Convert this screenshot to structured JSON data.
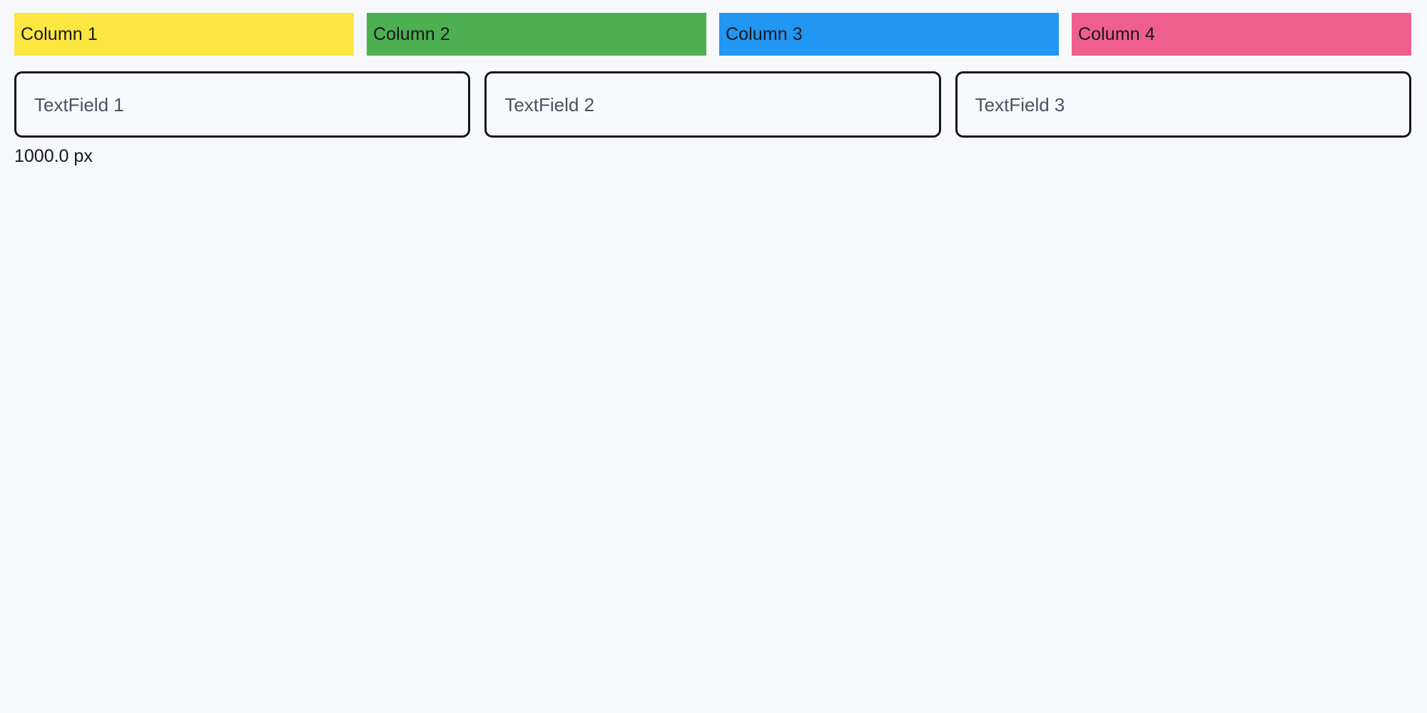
{
  "page": {
    "background_color": "#f7f8fc",
    "text_color": "#17181c"
  },
  "columns": [
    {
      "label": "Column 1",
      "color": "#fbe73f",
      "name": "column-1"
    },
    {
      "label": "Column 2",
      "color": "#4caf50",
      "name": "column-2"
    },
    {
      "label": "Column 3",
      "color": "#2196f3",
      "name": "column-3"
    },
    {
      "label": "Column 4",
      "color": "#ef5f8e",
      "name": "column-4"
    }
  ],
  "textfields": [
    {
      "placeholder": "TextField 1",
      "value": "",
      "name": "textfield-1"
    },
    {
      "placeholder": "TextField 2",
      "value": "",
      "name": "textfield-2"
    },
    {
      "placeholder": "TextField 3",
      "value": "",
      "name": "textfield-3"
    }
  ],
  "status": {
    "measurement": "1000.0 px"
  }
}
